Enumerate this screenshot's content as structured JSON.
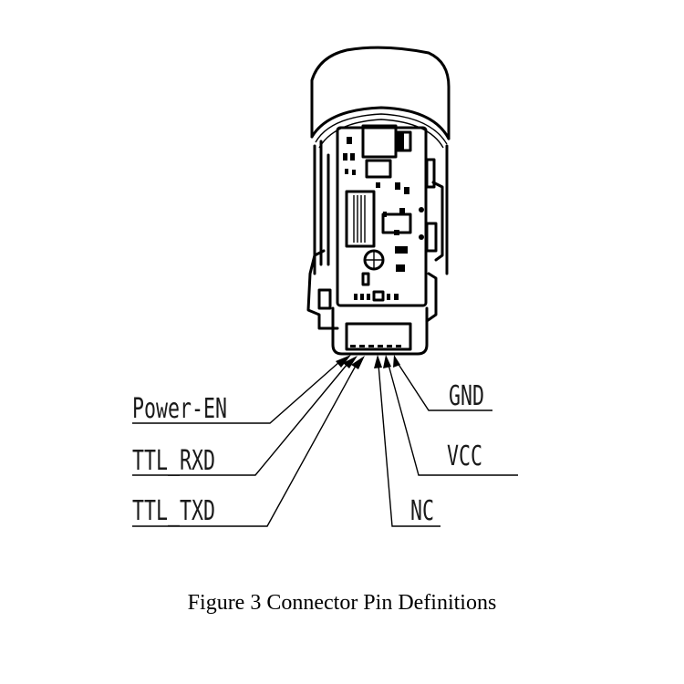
{
  "figure": {
    "caption": "Figure 3 Connector Pin Definitions",
    "subject": "camera module with connector",
    "pins_left": [
      {
        "label": "Power-EN"
      },
      {
        "label": "TTL_RXD"
      },
      {
        "label": "TTL_TXD"
      }
    ],
    "pins_right": [
      {
        "label": "GND"
      },
      {
        "label": "VCC"
      },
      {
        "label": "NC"
      }
    ]
  }
}
